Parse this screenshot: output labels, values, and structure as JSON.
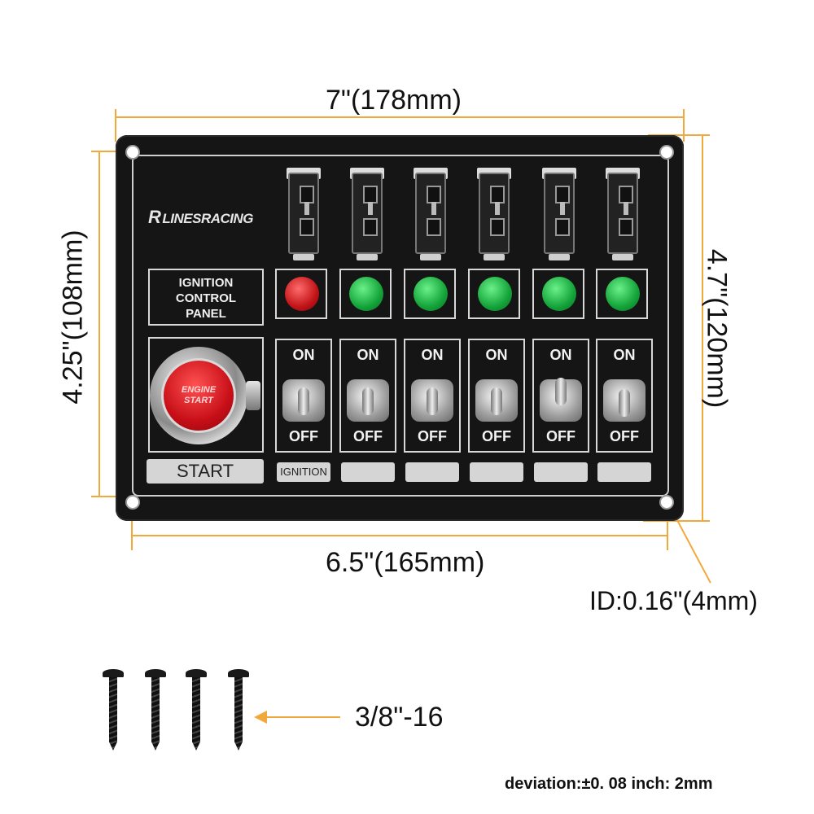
{
  "dimensions": {
    "top_width": "7\"(178mm)",
    "bottom_width": "6.5\"(165mm)",
    "left_height": "4.25\"(108mm)",
    "right_height": "4.7\"(120mm)",
    "hole_id": "ID:0.16\"(4mm)",
    "screw_size": "3/8\"-16"
  },
  "colors": {
    "dimension_line": "#f2a93b",
    "panel": "#151515",
    "lamp_red": "#c21418",
    "lamp_green": "#14a43a",
    "start_button": "#c80f18"
  },
  "panel": {
    "logo_mark": "R",
    "logo_text": "LINESRACING",
    "title_lines": [
      "IGNITION",
      "CONTROL",
      "PANEL"
    ],
    "start_button_lines": [
      "ENGINE",
      "START"
    ],
    "start_label": "START",
    "switches": [
      {
        "on": "ON",
        "off": "OFF",
        "label": "IGNITION",
        "lamp": "red"
      },
      {
        "on": "ON",
        "off": "OFF",
        "label": "",
        "lamp": "green"
      },
      {
        "on": "ON",
        "off": "OFF",
        "label": "",
        "lamp": "green"
      },
      {
        "on": "ON",
        "off": "OFF",
        "label": "",
        "lamp": "green"
      },
      {
        "on": "ON",
        "off": "OFF",
        "label": "",
        "lamp": "green"
      },
      {
        "on": "ON",
        "off": "OFF",
        "label": "",
        "lamp": "green"
      }
    ]
  },
  "screws": {
    "count": 4
  },
  "footer": {
    "deviation": "deviation:±0. 08 inch: 2mm"
  }
}
